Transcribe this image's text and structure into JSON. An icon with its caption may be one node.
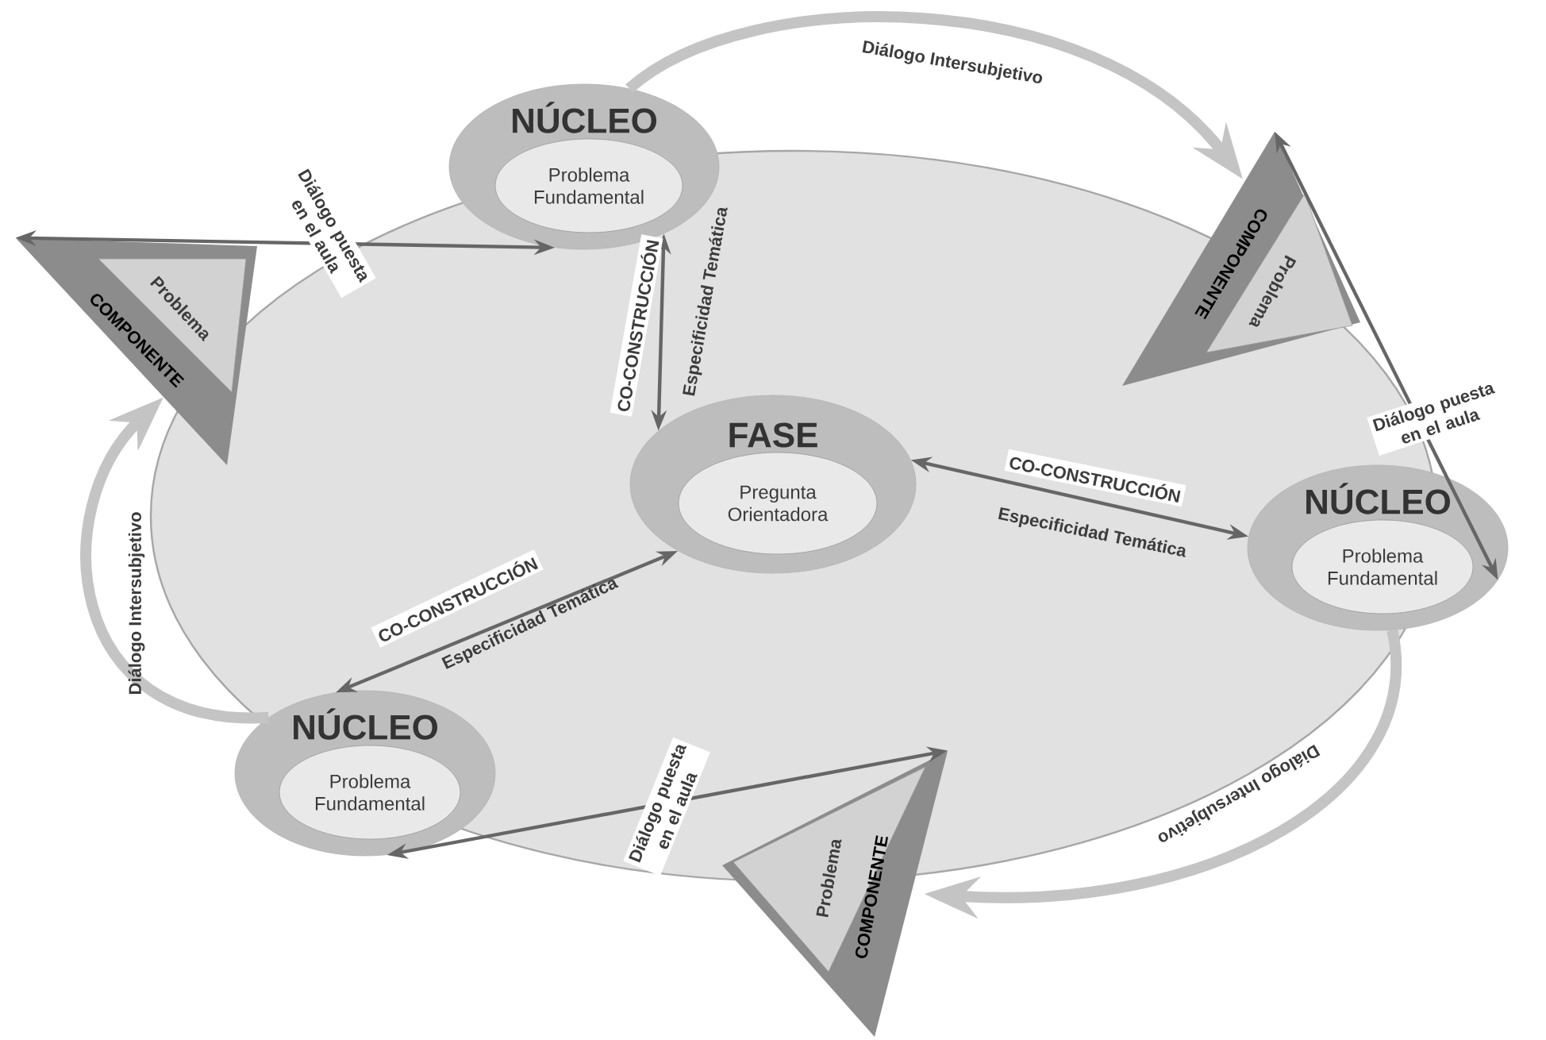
{
  "diagram": {
    "nodes": [
      {
        "text": [
          "NÚCLEO",
          "Problema Fundamental"
        ]
      },
      {
        "text": [
          "COMPONENTE",
          "Problema"
        ]
      },
      {
        "text": [
          "COMPONENTE",
          "Problema"
        ]
      },
      {
        "text": [
          "FASE",
          "Pregunta Orientadora"
        ]
      },
      {
        "text": [
          "NÚCLEO",
          "Problema Fundamental"
        ]
      },
      {
        "text": [
          "NÚCLEO",
          "Problema Fundamental"
        ]
      },
      {
        "text": [
          "COMPONENTE",
          "Problema"
        ]
      }
    ],
    "edges": [
      {
        "from": 1,
        "to": 0,
        "arrow": "both",
        "label": "Diálogo puesta en el aula"
      },
      {
        "from": 0,
        "to": 3,
        "arrow": "both",
        "label": "CO-CONSTRUCCIÓN"
      },
      {
        "from": 3,
        "to": 4,
        "arrow": "both",
        "label": "CO-CONSTRUCCIÓN"
      },
      {
        "from": 3,
        "to": 5,
        "arrow": "both",
        "label": "CO-CONSTRUCCIÓN"
      },
      {
        "from": 2,
        "to": 4,
        "arrow": "both",
        "label": "Diálogo puesta en el aula"
      },
      {
        "from": 6,
        "to": 5,
        "arrow": "both",
        "label": "Diálogo puesta en el aula"
      },
      {
        "from": 0,
        "to": 2,
        "arrow": "to",
        "label": "Diálogo Intersubjetivo",
        "style": "thick",
        "color": "#c4c4c4"
      },
      {
        "from": 4,
        "to": 6,
        "arrow": "to",
        "label": "Diálogo Intersubjetivo",
        "style": "thick",
        "color": "#c4c4c4"
      },
      {
        "from": 5,
        "to": 1,
        "arrow": "to",
        "label": "Diálogo Intersubjetivo",
        "style": "thick",
        "color": "#c4c4c4"
      }
    ],
    "labels": [
      "Especificidad Temática",
      "Especificidad Temática",
      "Especificidad Temática"
    ]
  }
}
